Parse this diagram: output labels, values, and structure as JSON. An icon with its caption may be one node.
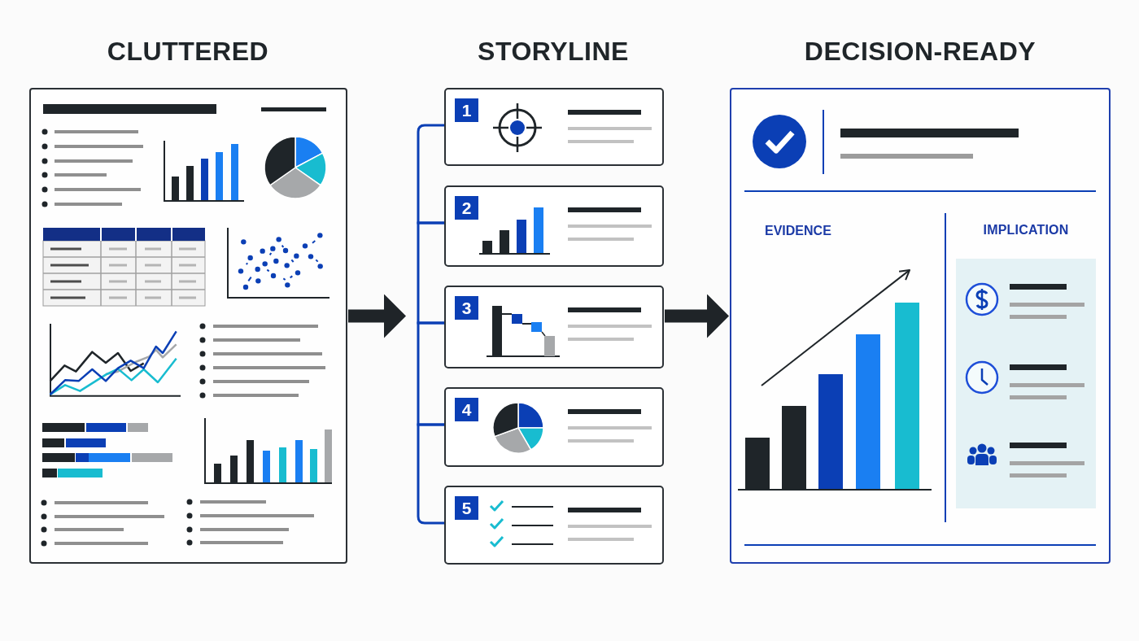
{
  "diagram": {
    "nodes": [
      {
        "text": [
          "CLUTTERED"
        ]
      },
      {
        "text": [
          "STORYLINE"
        ]
      },
      {
        "text": [
          "1"
        ],
        "in": 1
      },
      {
        "text": [
          "2"
        ],
        "in": 1
      },
      {
        "text": [
          "3"
        ],
        "in": 1
      },
      {
        "text": [
          "4"
        ],
        "in": 1
      },
      {
        "text": [
          "5"
        ],
        "in": 1
      },
      {
        "text": [
          "DECISION-READY"
        ]
      },
      {
        "text": [
          "IMPLICATION"
        ],
        "in": 7
      }
    ],
    "edges": [
      {
        "from": 0,
        "to": 1,
        "arrow": "to",
        "style": "thick",
        "color": "#1f2428"
      },
      {
        "from": 2,
        "to": 3,
        "arrow": "none"
      },
      {
        "from": 3,
        "to": 4,
        "arrow": "none"
      },
      {
        "from": 4,
        "to": 5,
        "arrow": "none"
      },
      {
        "from": 5,
        "to": 6,
        "arrow": "none"
      },
      {
        "from": 1,
        "to": 7,
        "arrow": "to",
        "style": "thick",
        "color": "#1f2428"
      }
    ],
    "labels": [
      "EVIDENCE"
    ]
  }
}
